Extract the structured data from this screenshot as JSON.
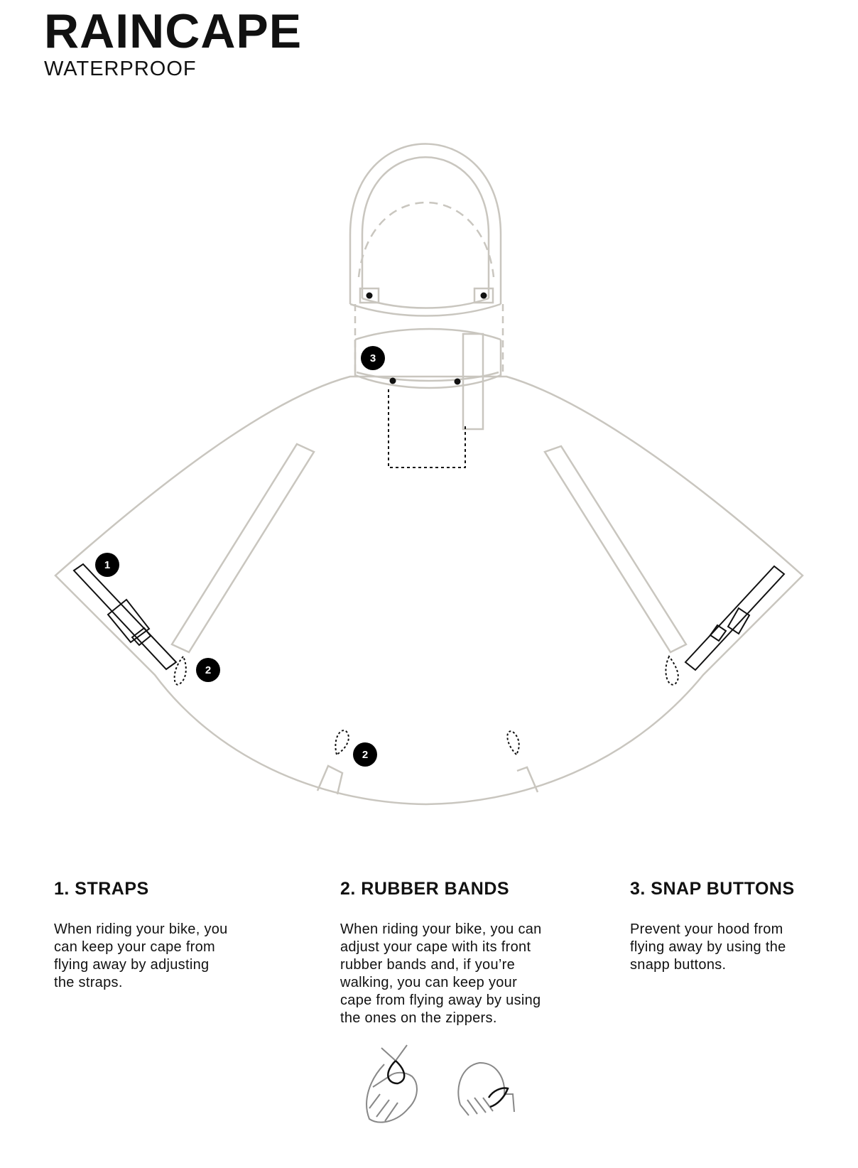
{
  "header": {
    "title": "RAINCAPE",
    "subtitle": "WATERPROOF"
  },
  "diagram": {
    "outline_color": "#c9c6bf",
    "detail_color": "#111111",
    "badge_color": "#000000",
    "badges": [
      {
        "id": "strap-badge",
        "label": "1"
      },
      {
        "id": "band-badge-side",
        "label": "2"
      },
      {
        "id": "band-badge-bottom",
        "label": "2"
      },
      {
        "id": "snap-badge",
        "label": "3"
      }
    ]
  },
  "features": [
    {
      "title": "1. STRAPS",
      "lines": [
        "When riding your bike, you",
        "can keep your cape from",
        "flying away by adjusting",
        "the straps."
      ]
    },
    {
      "title": "2. RUBBER BANDS",
      "lines": [
        "When riding your bike, you can",
        "adjust your cape with its front",
        "rubber bands and, if you’re",
        "walking, you can keep your",
        "cape from flying away by using",
        "the ones on the zippers."
      ]
    },
    {
      "title": "3. SNAP BUTTONS",
      "lines": [
        "Prevent your hood from",
        "flying away by using the",
        "snapp buttons."
      ]
    }
  ],
  "icons": [
    "hand-holding-band-icon",
    "hand-hooking-band-icon"
  ]
}
